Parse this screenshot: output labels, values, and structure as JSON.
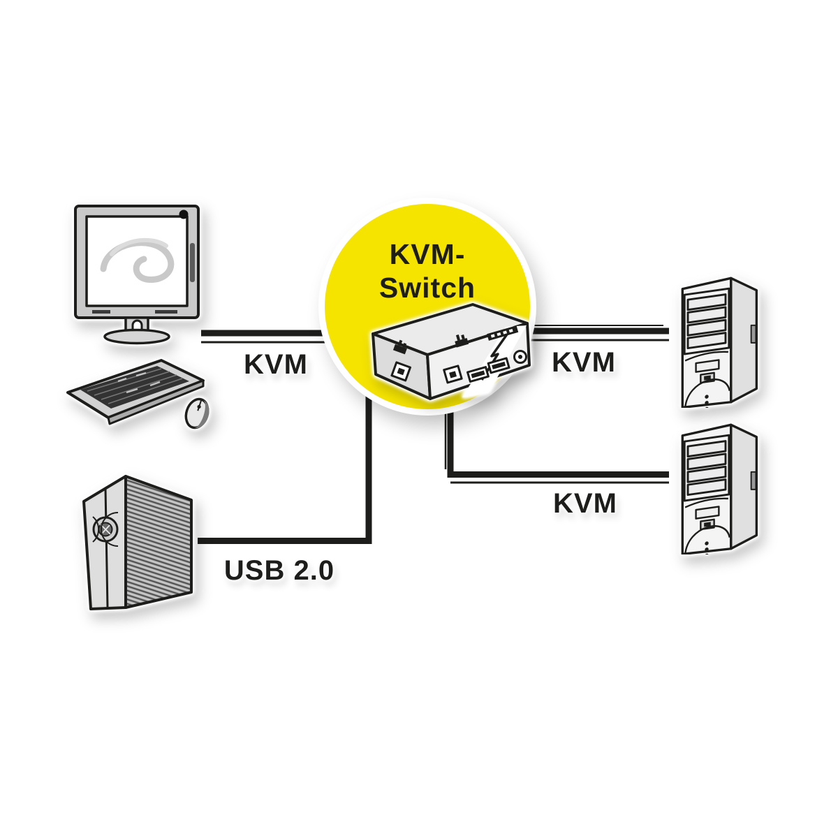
{
  "page": {
    "background_color": "#FFFFFF"
  },
  "hub": {
    "title_line1": "KVM-",
    "title_line2": "Switch",
    "circle_color": "#F5E400",
    "ring_color": "#FFFFFF",
    "text_color": "#1D1D1B"
  },
  "connections": {
    "console_label": "KVM",
    "pc1_label": "KVM",
    "pc2_label": "KVM",
    "usb_label": "USB 2.0",
    "cable_color": "#1D1D1B"
  },
  "devices": [
    {
      "id": "monitor",
      "icon": "lcd-monitor-icon"
    },
    {
      "id": "keyboard-mouse",
      "icon": "keyboard-mouse-icon"
    },
    {
      "id": "kvm-switch",
      "icon": "kvm-switch-device-icon"
    },
    {
      "id": "computer-1",
      "icon": "computer-tower-icon"
    },
    {
      "id": "computer-2",
      "icon": "computer-tower-icon"
    },
    {
      "id": "external-drive",
      "icon": "usb-hard-drive-icon"
    }
  ]
}
